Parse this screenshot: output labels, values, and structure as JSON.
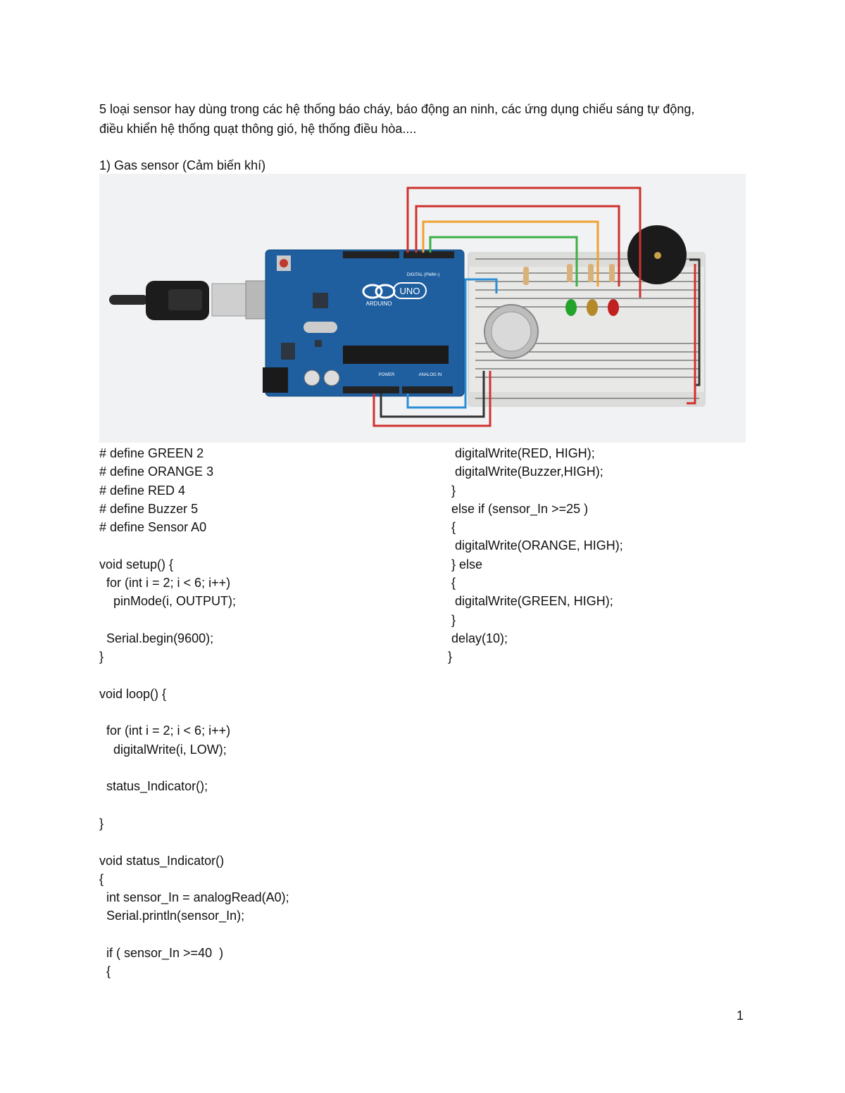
{
  "intro": {
    "line1": "5 loại sensor hay dùng trong các hệ thống báo cháy, báo động an ninh, các ứng dụng chiếu sáng tự động,",
    "line2": "điều khiển hệ thống quạt thông gió, hệ thống điều hòa...."
  },
  "section_heading": "1) Gas sensor (Cảm biến khí)",
  "figure": {
    "board_brand": "ARDUINO",
    "board_model": "UNO",
    "digital_label": "DIGITAL (PWM~)",
    "power_label": "POWER",
    "analog_label": "ANALOG IN",
    "colors": {
      "board": "#1f5fa0",
      "wire_red": "#d0312d",
      "wire_orange": "#f0a030",
      "wire_green": "#3cb043",
      "wire_blue": "#2b8fd6",
      "wire_black": "#333333",
      "led_green": "#22a32a",
      "led_orange": "#b5882a",
      "led_red": "#c0201f"
    }
  },
  "code_left": [
    "# define GREEN 2",
    "# define ORANGE 3",
    "# define RED 4",
    "# define Buzzer 5",
    "# define Sensor A0",
    "",
    "void setup() {",
    "  for (int i = 2; i < 6; i++)",
    "    pinMode(i, OUTPUT);",
    "",
    "  Serial.begin(9600);",
    "}",
    "",
    "void loop() {",
    "",
    "  for (int i = 2; i < 6; i++)",
    "    digitalWrite(i, LOW);",
    "",
    "  status_Indicator();",
    "",
    "}",
    "",
    "void status_Indicator()",
    "{",
    "  int sensor_In = analogRead(A0);",
    "  Serial.println(sensor_In);",
    "",
    "  if ( sensor_In >=40  )",
    "  {"
  ],
  "code_right": [
    "  digitalWrite(RED, HIGH);",
    "  digitalWrite(Buzzer,HIGH);",
    " }",
    " else if (sensor_In >=25 )",
    " {",
    "  digitalWrite(ORANGE, HIGH);",
    " } else",
    " {",
    "  digitalWrite(GREEN, HIGH);",
    " }",
    " delay(10);",
    "}"
  ],
  "page_number": "1"
}
